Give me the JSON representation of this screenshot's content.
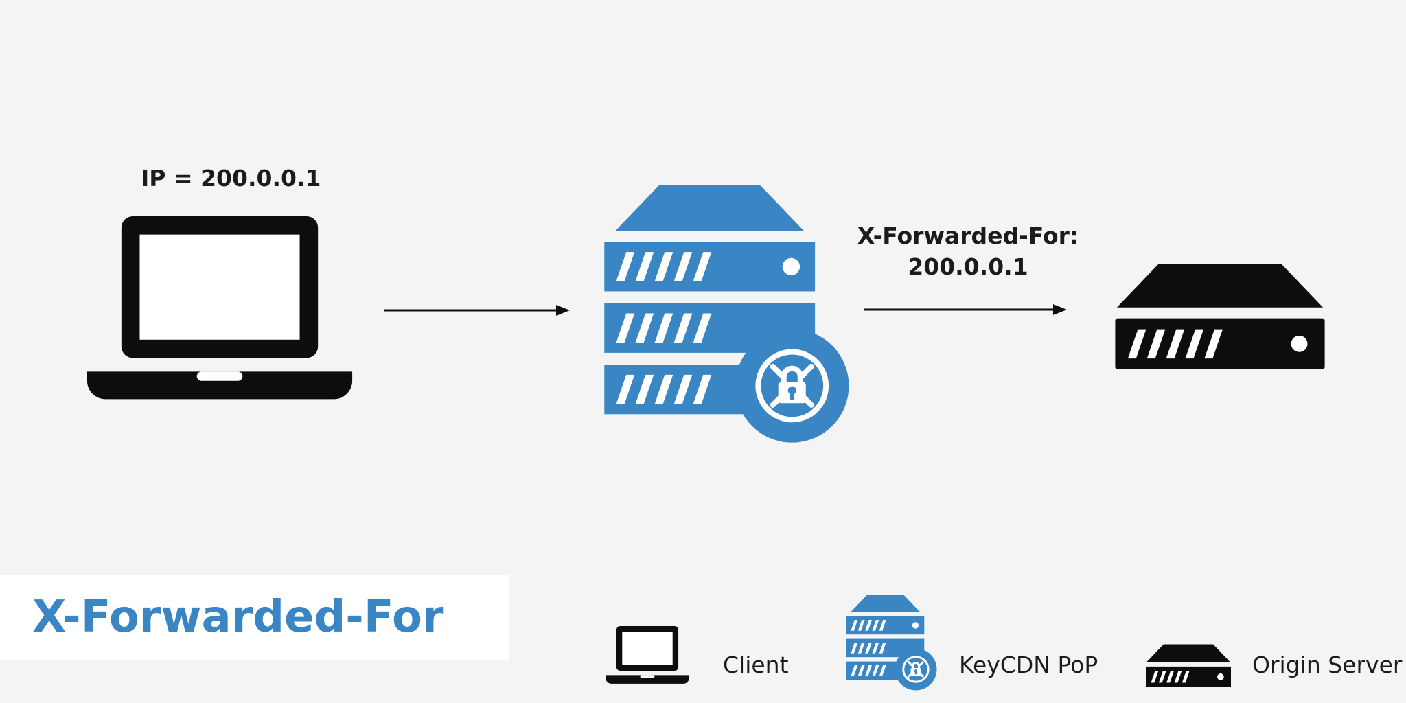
{
  "colors": {
    "background": "#f4f4f4",
    "accent_blue": "#3a85c4",
    "icon_black": "#0d0d0d",
    "text_black": "#1b1b1b",
    "panel_white": "#ffffff"
  },
  "title": "X-Forwarded-For",
  "diagram": {
    "client_ip_label": "IP = 200.0.0.1",
    "xff_header_line1": "X-Forwarded-For:",
    "xff_header_line2": "200.0.0.1",
    "nodes": [
      {
        "icon": "laptop-icon",
        "role": "client"
      },
      {
        "icon": "cdn-pop-icon",
        "role": "keycdn-pop"
      },
      {
        "icon": "origin-server-icon",
        "role": "origin-server"
      }
    ]
  },
  "legend": {
    "items": [
      {
        "icon": "laptop-icon",
        "label": "Client"
      },
      {
        "icon": "cdn-pop-icon",
        "label": "KeyCDN PoP"
      },
      {
        "icon": "origin-server-icon",
        "label": "Origin Server"
      }
    ]
  }
}
